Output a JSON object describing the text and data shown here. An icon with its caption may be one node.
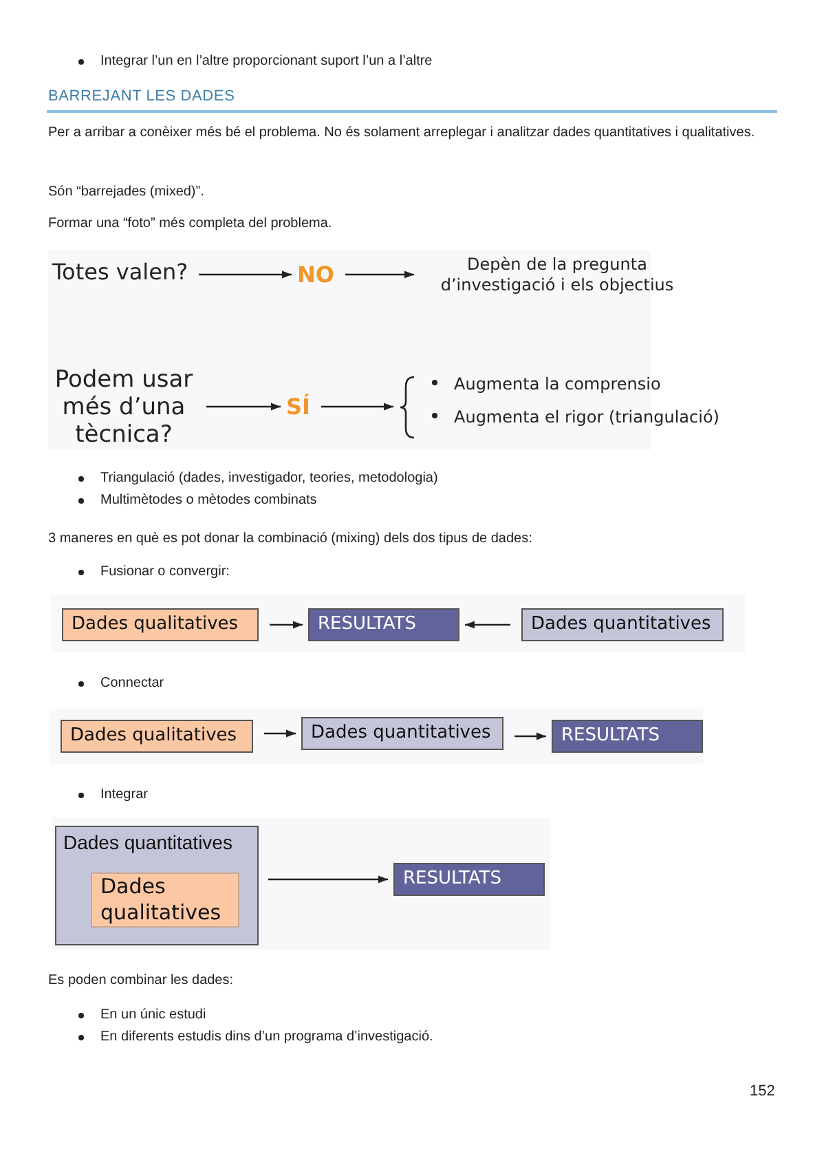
{
  "diagram": {
    "title": "BARREJANT LES DADES",
    "nodes": [
      {
        "text": [
          "Totes valen?"
        ]
      },
      {
        "text": [
          "NO"
        ]
      },
      {
        "text": [
          "Depèn de la pregunta d’investigació i els objectius"
        ]
      },
      {
        "text": [
          "Podem usar més d’una tècnica?"
        ]
      },
      {
        "text": [
          "SÍ"
        ]
      },
      {
        "text": [
          "Augmenta la comprensio",
          "Augmenta el rigor (triangulació)"
        ]
      },
      {
        "text": [
          "Dades qualitatives"
        ]
      },
      {
        "text": [
          "RESULTATS"
        ]
      },
      {
        "text": [
          "Dades quantitatives"
        ]
      },
      {
        "text": [
          "Dades qualitatives"
        ]
      },
      {
        "text": [
          "Dades quantitatives"
        ]
      },
      {
        "text": [
          "RESULTATS"
        ]
      },
      {
        "text": [
          "Dades quantitatives"
        ]
      },
      {
        "text": [
          "Dades qualitatives"
        ],
        "in": 12
      },
      {
        "text": [
          "RESULTATS"
        ]
      }
    ],
    "edges": [
      {
        "from": 0,
        "to": 1,
        "arrow": "to"
      },
      {
        "from": 1,
        "to": 2,
        "arrow": "to"
      },
      {
        "from": 3,
        "to": 4,
        "arrow": "to"
      },
      {
        "from": 4,
        "to": 5,
        "arrow": "to"
      },
      {
        "from": 6,
        "to": 7,
        "arrow": "to"
      },
      {
        "from": 8,
        "to": 7,
        "arrow": "to"
      },
      {
        "from": 9,
        "to": 10,
        "arrow": "to"
      },
      {
        "from": 10,
        "to": 11,
        "arrow": "to"
      },
      {
        "from": 12,
        "to": 14,
        "arrow": "to"
      }
    ],
    "labels": [
      "Integrar l’un en l’altre proporcionant suport l’un a l’altre",
      "Per a arribar a conèixer més bé el problema. No és solament arreplegar i analitzar dades quantitatives i qualitatives.",
      "Són “barrejades (mixed)”.",
      "Formar una “foto” més completa del problema.",
      "Triangulació (dades, investigador, teories, metodologia)",
      "Multimètodes o mètodes combinats",
      "3 maneres en què es pot donar la combinació (mixing) dels dos tipus de dades:",
      "Fusionar o convergir:",
      "Connectar",
      "Integrar",
      "Es poden combinar les dades:",
      "En un únic estudi",
      "En diferents estudis dins d’un programa d’investigació.",
      "152"
    ]
  }
}
